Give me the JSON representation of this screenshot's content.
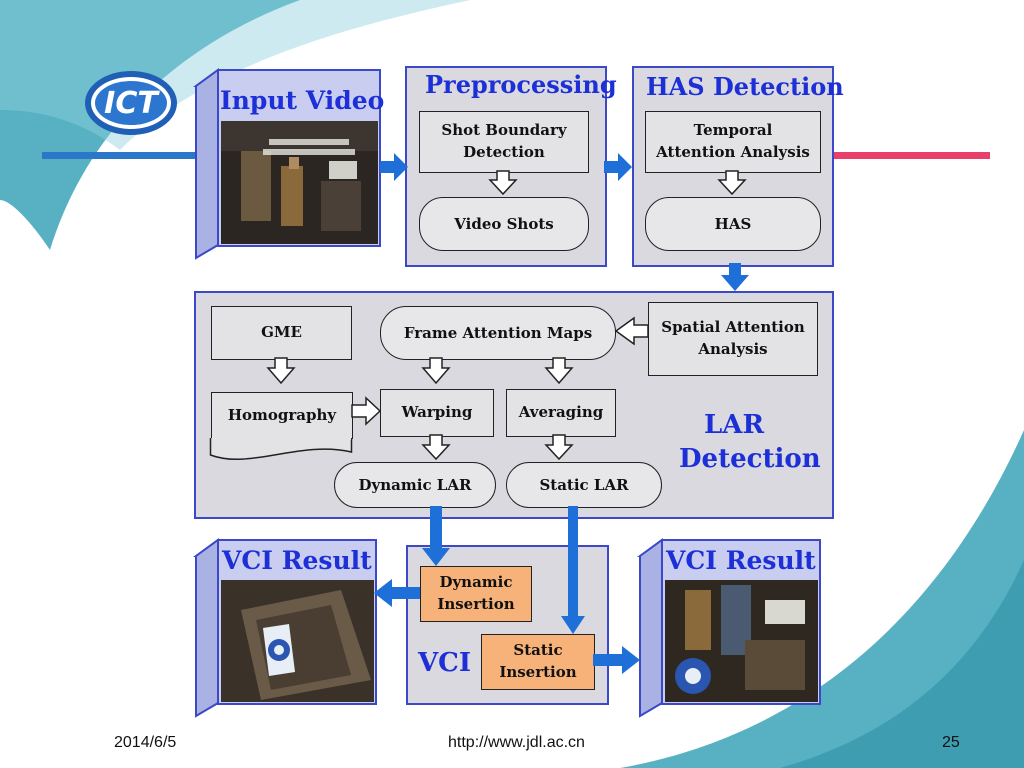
{
  "stages": {
    "input_video": "Input Video",
    "preprocessing": "Preprocessing",
    "has_detection": "HAS Detection",
    "lar_detection_line1": "LAR",
    "lar_detection_line2": "Detection",
    "vci": "VCI",
    "vci_result_left": "VCI Result",
    "vci_result_right": "VCI Result"
  },
  "boxes": {
    "shot_boundary": "Shot Boundary\nDetection",
    "video_shots": "Video Shots",
    "temporal_attention": "Temporal\nAttention Analysis",
    "has": "HAS",
    "gme": "GME",
    "frame_attention_maps": "Frame Attention Maps",
    "spatial_attention": "Spatial Attention\nAnalysis",
    "homography": "Homography",
    "warping": "Warping",
    "averaging": "Averaging",
    "dynamic_lar": "Dynamic LAR",
    "static_lar": "Static LAR",
    "dynamic_insertion": "Dynamic\nInsertion",
    "static_insertion": "Static\nInsertion"
  },
  "footer": {
    "date": "2014/6/5",
    "url": "http://www.jdl.ac.cn",
    "page": "25"
  },
  "colors": {
    "stage_border": "#3b49c8",
    "title_blue": "#1d2fd6",
    "arrow_blue": "#1f6fd8",
    "insertion_orange": "#f7b27a",
    "panel_gray": "#d9d9df"
  }
}
